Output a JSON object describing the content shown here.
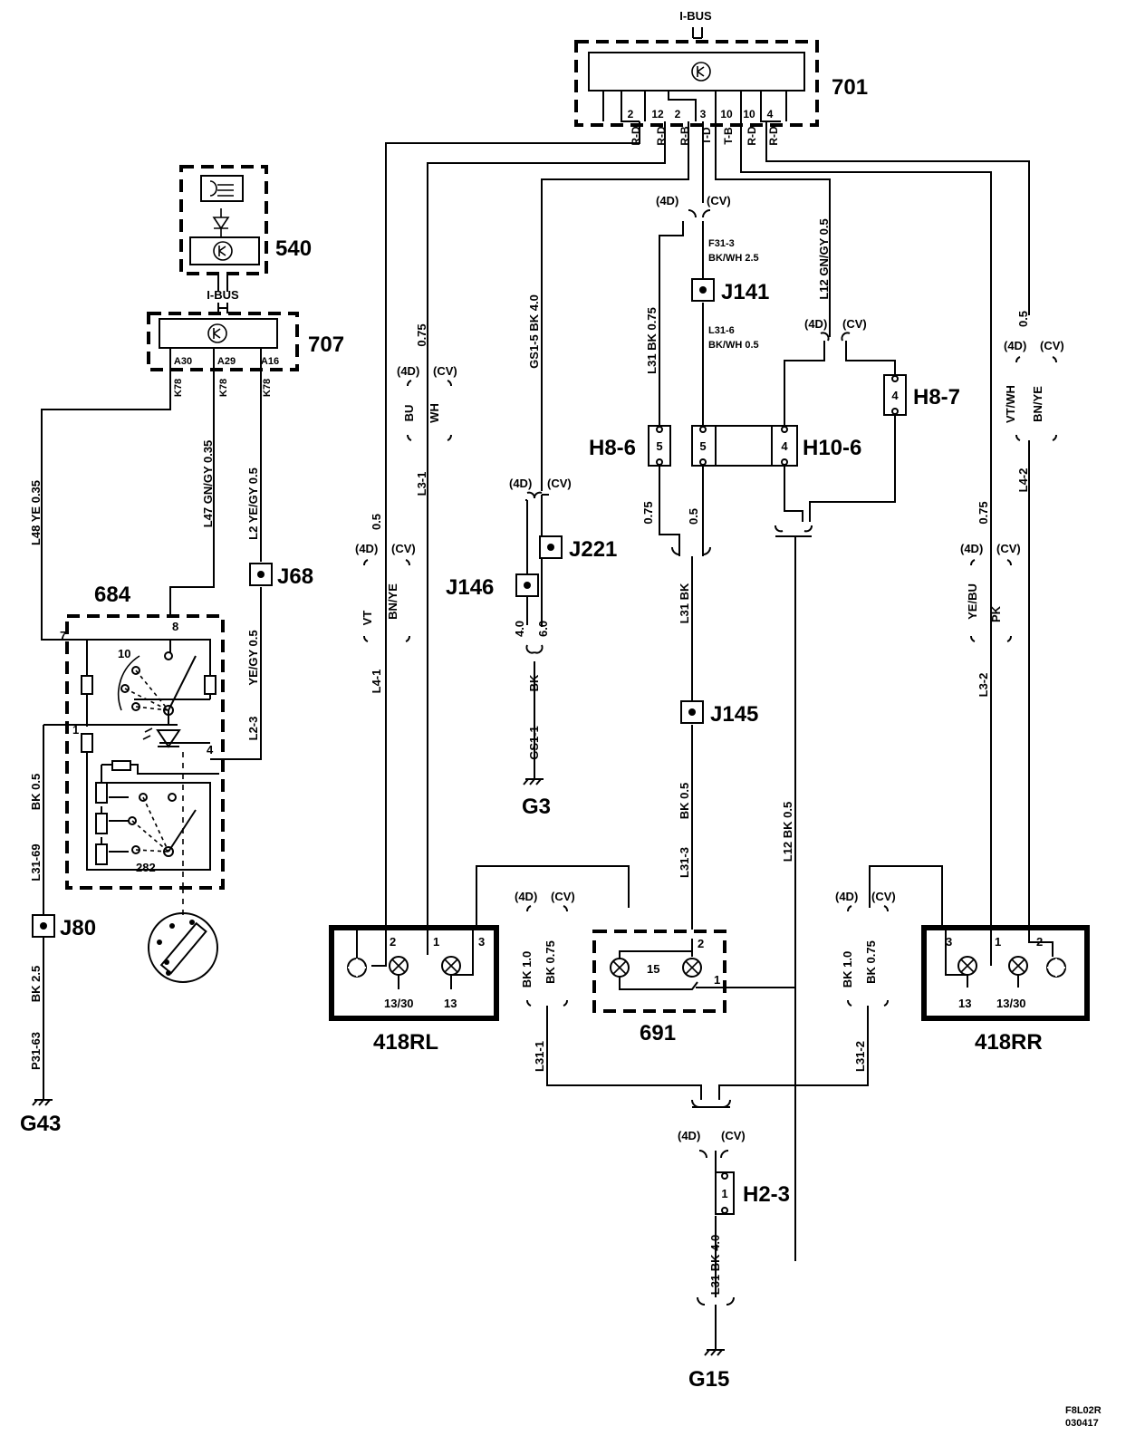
{
  "components": {
    "c701": "701",
    "c540": "540",
    "c707": "707",
    "c684": "684",
    "c418rl": "418RL",
    "c418rr": "418RR",
    "c691": "691",
    "g3": "G3",
    "g15": "G15",
    "g43": "G43",
    "h8_6": "H8-6",
    "h8_7": "H8-7",
    "h10_6": "H10-6",
    "h2_3": "H2-3",
    "j141": "J141",
    "j221": "J221",
    "j146": "J146",
    "j145": "J145",
    "j68": "J68",
    "j80": "J80"
  },
  "bus": {
    "top": "I-BUS",
    "mid": "I-BUS"
  },
  "pins701": [
    "2",
    "12",
    "2",
    "3",
    "10",
    "10",
    "4"
  ],
  "codes701": [
    "R-D",
    "R-D",
    "R-B",
    "T-D",
    "T-B",
    "R-D",
    "R-D"
  ],
  "pins707": [
    "A30",
    "A29",
    "A16"
  ],
  "codes707": [
    "K78",
    "K78",
    "K78"
  ],
  "variant": {
    "d": "(4D)",
    "cv": "(CV)"
  },
  "pins684": {
    "p7": "7",
    "p8": "8",
    "p10": "10",
    "p1": "1",
    "p4": "4",
    "p282": "282"
  },
  "pins418rl": {
    "p2": "2",
    "p1": "1",
    "p3": "3",
    "t1330": "13/30",
    "t13": "13"
  },
  "pins418rr": {
    "p3": "3",
    "p1": "1",
    "p2": "2",
    "t13": "13",
    "t1330": "13/30"
  },
  "pins691": {
    "p2": "2",
    "p15": "15",
    "p1": "1"
  },
  "conn": {
    "h86": "5",
    "h106a": "5",
    "h106b": "4",
    "h87": "4",
    "h23": "1"
  },
  "wires": {
    "l48": "L48  YE  0.35",
    "l47": "L47  GN/GY  0.35",
    "l2a": "L2  YE/GY  0.5",
    "l2b": "YE/GY  0.5",
    "l23": "L2-3",
    "l3150": "BK  0.5",
    "l3169": "L31-69",
    "l80": "BK  2.5",
    "p3163": "P31-63",
    "w075a": "0.75",
    "bu": "BU",
    "wh": "WH",
    "l31a": "L3-1",
    "w05a": "0.5",
    "vt": "VT",
    "bnye": "BN/YE",
    "l41": "L4-1",
    "gs": "GS1-5  BK  4.0",
    "gs40": "4.0",
    "gs60": "6.0",
    "gsbk": "BK",
    "gs11": "GS1-1",
    "l31bk": "L31  BK  0.75",
    "f313": "F31-3",
    "bkwh25": "BK/WH  2.5",
    "l316": "L31-6",
    "bkwh05": "BK/WH  0.5",
    "l12": "L12  GN/GY  0.5",
    "w075b": "0.75",
    "w05b": "0.5",
    "l31bk2": "L31  BK",
    "l313": "L31-3",
    "bk05": "BK  0.5",
    "l12bk": "L12  BK  0.5",
    "w05c": "0.5",
    "vtwh": "VT/WH",
    "bnye2": "BN/YE",
    "l42": "L4-2",
    "w075c": "0.75",
    "yebu": "YE/BU",
    "pk": "PK",
    "l32": "L3-2",
    "bk10a": "BK  1.0",
    "bk075a": "BK  0.75",
    "l311": "L31-1",
    "bk10b": "BK  1.0",
    "bk075b": "BK  0.75",
    "l312": "L31-2",
    "l31bk40": "L31  BK  4.0"
  },
  "footer": {
    "code": "F8L02R",
    "date": "030417"
  }
}
